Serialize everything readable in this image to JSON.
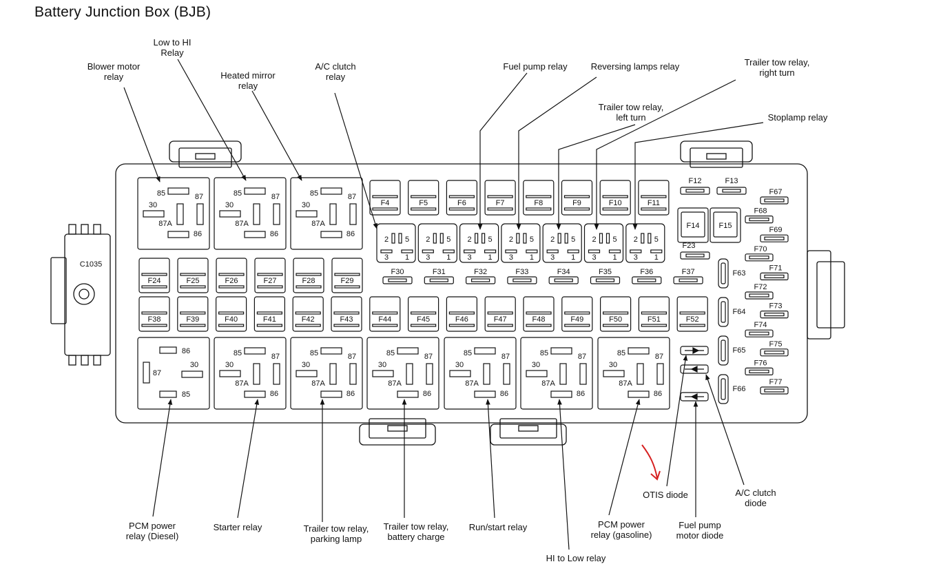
{
  "title": "Battery Junction Box (BJB)",
  "connector_label": "C1035",
  "callouts": [
    {
      "id": "blower",
      "lines": [
        "Blower motor",
        "relay"
      ]
    },
    {
      "id": "lowhi",
      "lines": [
        "Low to HI",
        "Relay"
      ]
    },
    {
      "id": "heated",
      "lines": [
        "Heated mirror",
        "relay"
      ]
    },
    {
      "id": "acclutch",
      "lines": [
        "A/C clutch",
        "relay"
      ]
    },
    {
      "id": "fuelpump",
      "lines": [
        "Fuel pump relay"
      ]
    },
    {
      "id": "reversing",
      "lines": [
        "Reversing lamps relay"
      ]
    },
    {
      "id": "ttright",
      "lines": [
        "Trailer tow relay,",
        "right turn"
      ]
    },
    {
      "id": "ttleft",
      "lines": [
        "Trailer tow relay,",
        "left turn"
      ]
    },
    {
      "id": "stoplamp",
      "lines": [
        "Stoplamp relay"
      ]
    },
    {
      "id": "pcmdiesel",
      "lines": [
        "PCM power",
        "relay (Diesel)"
      ]
    },
    {
      "id": "starter",
      "lines": [
        "Starter relay"
      ]
    },
    {
      "id": "ttpark",
      "lines": [
        "Trailer tow relay,",
        "parking lamp"
      ]
    },
    {
      "id": "ttbatt",
      "lines": [
        "Trailer tow relay,",
        "battery charge"
      ]
    },
    {
      "id": "runstart",
      "lines": [
        "Run/start relay"
      ]
    },
    {
      "id": "hilow",
      "lines": [
        "HI to Low relay"
      ]
    },
    {
      "id": "pcmgas",
      "lines": [
        "PCM power",
        "relay (gasoline)"
      ]
    },
    {
      "id": "otis",
      "lines": [
        "OTIS diode"
      ]
    },
    {
      "id": "fpdiode",
      "lines": [
        "Fuel pump",
        "motor diode"
      ]
    },
    {
      "id": "acdiode",
      "lines": [
        "A/C clutch",
        "diode"
      ]
    }
  ],
  "relay_pins": {
    "p85": "85",
    "p86": "86",
    "p87": "87",
    "p30": "30",
    "p87a": "87A"
  },
  "mini_relay_pins": [
    "2",
    "5",
    "3",
    "1"
  ],
  "fuses": {
    "row1": [
      "F4",
      "F5",
      "F6",
      "F7",
      "F8",
      "F9",
      "F10",
      "F11"
    ],
    "row_left": [
      "F24",
      "F25",
      "F26",
      "F27",
      "F28",
      "F29"
    ],
    "row_small": [
      "F30",
      "F31",
      "F32",
      "F33",
      "F34",
      "F35",
      "F36",
      "F37"
    ],
    "row3": [
      "F38",
      "F39",
      "F40",
      "F41",
      "F42",
      "F43",
      "F44",
      "F45",
      "F46",
      "F47",
      "F48",
      "F49",
      "F50",
      "F51",
      "F52"
    ],
    "top_right": [
      "F12",
      "F13"
    ],
    "mid_right": [
      "F14",
      "F15"
    ],
    "f23": "F23",
    "maxi": [
      "F63",
      "F64",
      "F65",
      "F66"
    ],
    "right_col": [
      "F67",
      "F68",
      "F69",
      "F70",
      "F71",
      "F72",
      "F73",
      "F74",
      "F75",
      "F76",
      "F77"
    ]
  }
}
